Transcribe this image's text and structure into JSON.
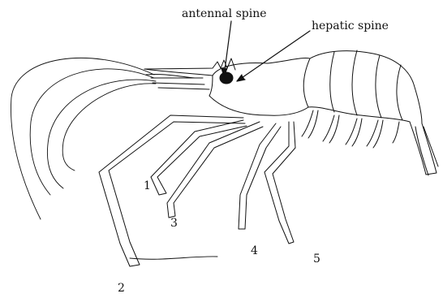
{
  "figure": {
    "labels": {
      "antennal_spine": "antennal spine",
      "hepatic_spine": "hepatic spine",
      "leg_1": "1",
      "leg_2": "2",
      "leg_3": "3",
      "leg_4": "4",
      "leg_5": "5"
    },
    "colors": {
      "ink": "#111111",
      "background": "#ffffff"
    }
  }
}
